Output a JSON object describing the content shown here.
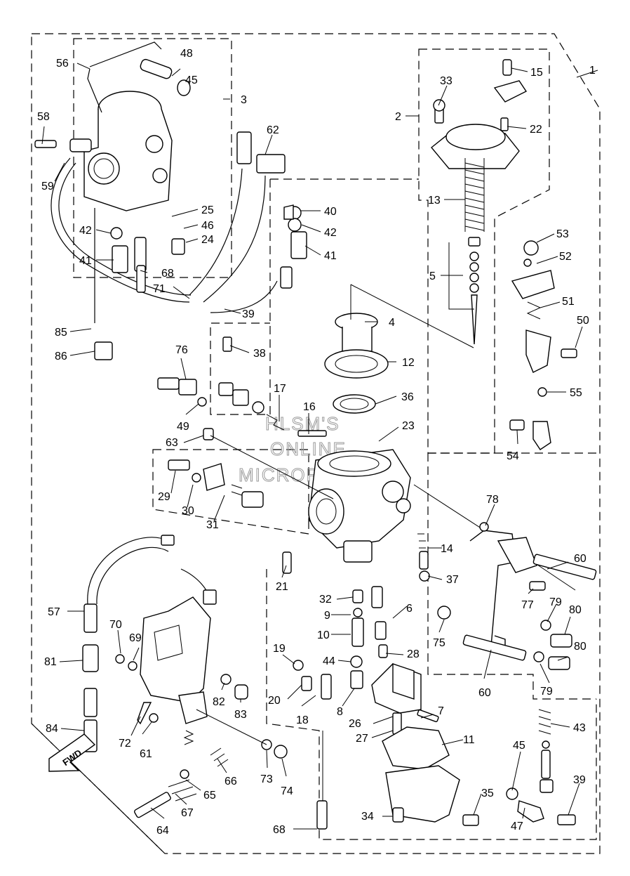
{
  "watermark": {
    "line1": "HLSM'S",
    "line2": "ONLINE",
    "line3": "MICROFICHE"
  },
  "direction_marker": {
    "label": "FWD"
  },
  "callouts": [
    {
      "id": "c1",
      "text": "1"
    },
    {
      "id": "c2",
      "text": "2"
    },
    {
      "id": "c3",
      "text": "3"
    },
    {
      "id": "c4",
      "text": "4"
    },
    {
      "id": "c5",
      "text": "5"
    },
    {
      "id": "c6",
      "text": "6"
    },
    {
      "id": "c7",
      "text": "7"
    },
    {
      "id": "c8",
      "text": "8"
    },
    {
      "id": "c9",
      "text": "9"
    },
    {
      "id": "c10",
      "text": "10"
    },
    {
      "id": "c11",
      "text": "11"
    },
    {
      "id": "c12",
      "text": "12"
    },
    {
      "id": "c13",
      "text": "13"
    },
    {
      "id": "c14",
      "text": "14"
    },
    {
      "id": "c15",
      "text": "15"
    },
    {
      "id": "c16",
      "text": "16"
    },
    {
      "id": "c17",
      "text": "17"
    },
    {
      "id": "c18",
      "text": "18"
    },
    {
      "id": "c19",
      "text": "19"
    },
    {
      "id": "c20",
      "text": "20"
    },
    {
      "id": "c21",
      "text": "21"
    },
    {
      "id": "c22",
      "text": "22"
    },
    {
      "id": "c23",
      "text": "23"
    },
    {
      "id": "c24",
      "text": "24"
    },
    {
      "id": "c25",
      "text": "25"
    },
    {
      "id": "c26",
      "text": "26"
    },
    {
      "id": "c27",
      "text": "27"
    },
    {
      "id": "c28",
      "text": "28"
    },
    {
      "id": "c29",
      "text": "29"
    },
    {
      "id": "c30",
      "text": "30"
    },
    {
      "id": "c31",
      "text": "31"
    },
    {
      "id": "c32",
      "text": "32"
    },
    {
      "id": "c33",
      "text": "33"
    },
    {
      "id": "c34",
      "text": "34"
    },
    {
      "id": "c35",
      "text": "35"
    },
    {
      "id": "c36",
      "text": "36"
    },
    {
      "id": "c37",
      "text": "37"
    },
    {
      "id": "c38",
      "text": "38"
    },
    {
      "id": "c39a",
      "text": "39"
    },
    {
      "id": "c39b",
      "text": "39"
    },
    {
      "id": "c40",
      "text": "40"
    },
    {
      "id": "c41a",
      "text": "41"
    },
    {
      "id": "c41b",
      "text": "41"
    },
    {
      "id": "c42a",
      "text": "42"
    },
    {
      "id": "c42b",
      "text": "42"
    },
    {
      "id": "c43",
      "text": "43"
    },
    {
      "id": "c44",
      "text": "44"
    },
    {
      "id": "c45a",
      "text": "45"
    },
    {
      "id": "c45b",
      "text": "45"
    },
    {
      "id": "c46",
      "text": "46"
    },
    {
      "id": "c47",
      "text": "47"
    },
    {
      "id": "c48",
      "text": "48"
    },
    {
      "id": "c49",
      "text": "49"
    },
    {
      "id": "c50",
      "text": "50"
    },
    {
      "id": "c51",
      "text": "51"
    },
    {
      "id": "c52",
      "text": "52"
    },
    {
      "id": "c53",
      "text": "53"
    },
    {
      "id": "c54",
      "text": "54"
    },
    {
      "id": "c55",
      "text": "55"
    },
    {
      "id": "c56",
      "text": "56"
    },
    {
      "id": "c57",
      "text": "57"
    },
    {
      "id": "c58",
      "text": "58"
    },
    {
      "id": "c59",
      "text": "59"
    },
    {
      "id": "c60a",
      "text": "60"
    },
    {
      "id": "c60b",
      "text": "60"
    },
    {
      "id": "c61",
      "text": "61"
    },
    {
      "id": "c62",
      "text": "62"
    },
    {
      "id": "c63",
      "text": "63"
    },
    {
      "id": "c64",
      "text": "64"
    },
    {
      "id": "c65",
      "text": "65"
    },
    {
      "id": "c66",
      "text": "66"
    },
    {
      "id": "c67",
      "text": "67"
    },
    {
      "id": "c68a",
      "text": "68"
    },
    {
      "id": "c68b",
      "text": "68"
    },
    {
      "id": "c69",
      "text": "69"
    },
    {
      "id": "c70",
      "text": "70"
    },
    {
      "id": "c71",
      "text": "71"
    },
    {
      "id": "c72",
      "text": "72"
    },
    {
      "id": "c73",
      "text": "73"
    },
    {
      "id": "c74",
      "text": "74"
    },
    {
      "id": "c75",
      "text": "75"
    },
    {
      "id": "c76",
      "text": "76"
    },
    {
      "id": "c77",
      "text": "77"
    },
    {
      "id": "c78",
      "text": "78"
    },
    {
      "id": "c79a",
      "text": "79"
    },
    {
      "id": "c79b",
      "text": "79"
    },
    {
      "id": "c80a",
      "text": "80"
    },
    {
      "id": "c80b",
      "text": "80"
    },
    {
      "id": "c81",
      "text": "81"
    },
    {
      "id": "c82",
      "text": "82"
    },
    {
      "id": "c83",
      "text": "83"
    },
    {
      "id": "c84",
      "text": "84"
    },
    {
      "id": "c85",
      "text": "85"
    },
    {
      "id": "c86",
      "text": "86"
    }
  ]
}
